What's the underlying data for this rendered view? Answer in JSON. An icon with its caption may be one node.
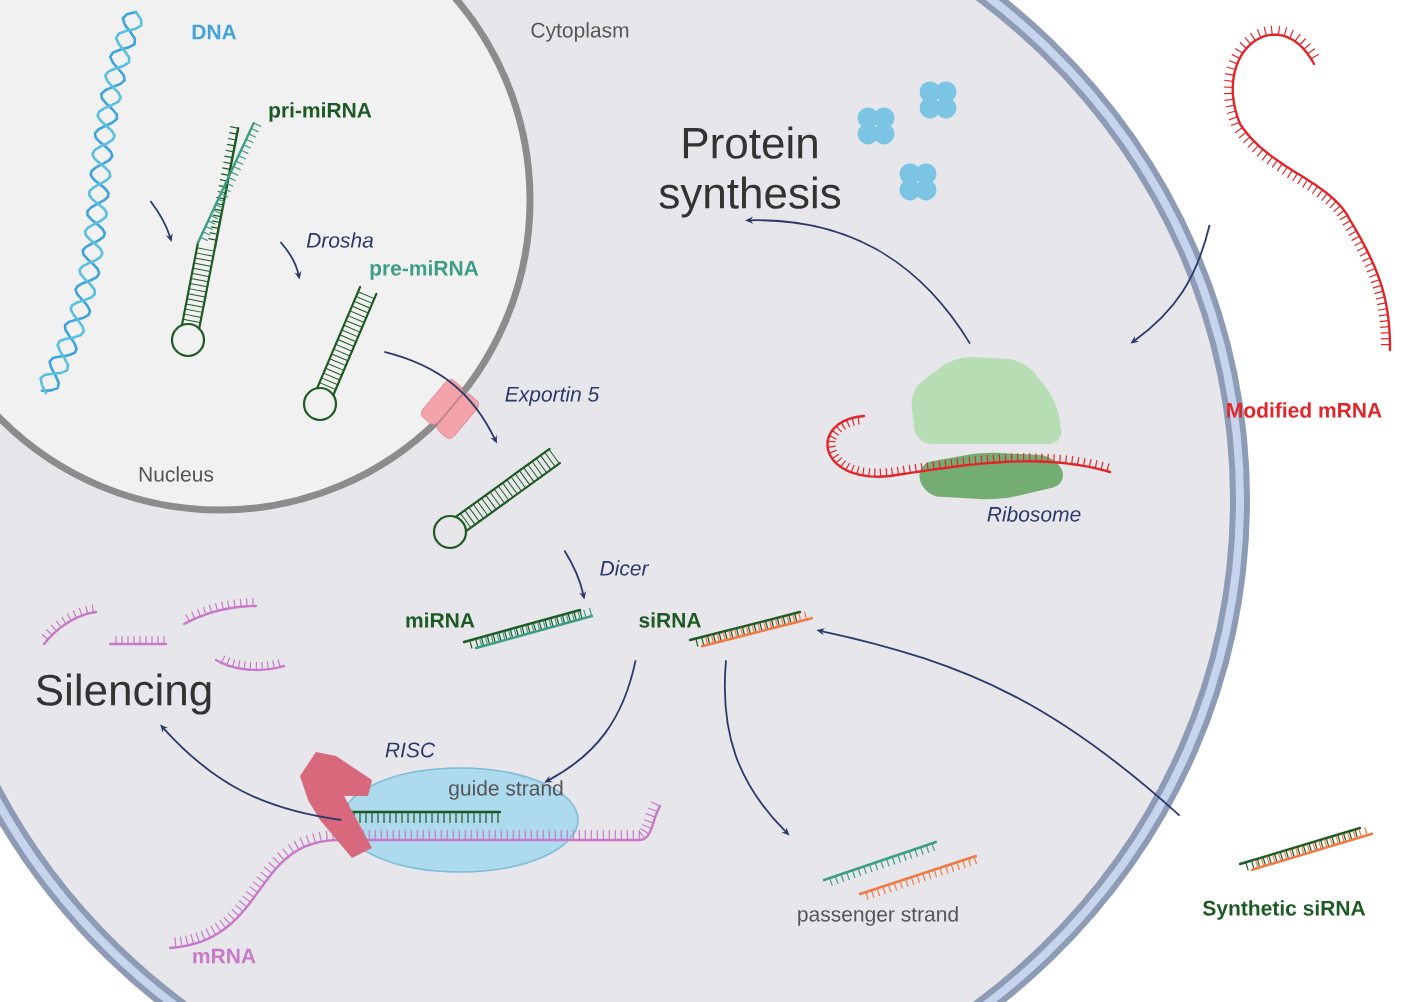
{
  "diagram": {
    "nodes": [
      {
        "text": [
          "Cytoplasm"
        ]
      },
      {
        "text": [
          "Nucleus"
        ],
        "in": 0
      },
      {
        "text": [
          "DNA"
        ],
        "in": 1
      },
      {
        "text": [
          "pri-miRNA"
        ],
        "in": 1
      },
      {
        "text": [
          "pre-miRNA"
        ],
        "in": 1
      },
      {
        "text": [],
        "shape": "picture",
        "in": 0
      },
      {
        "text": [
          "miRNA"
        ],
        "in": 0
      },
      {
        "text": [
          "siRNA"
        ],
        "in": 0
      },
      {
        "text": [
          "RISC",
          "guide strand"
        ],
        "beside": [
          "mRNA"
        ],
        "in": 0
      },
      {
        "text": [
          "Silencing"
        ],
        "in": 0
      },
      {
        "text": [
          "passenger strand"
        ],
        "in": 0
      },
      {
        "text": [
          "Synthetic siRNA"
        ]
      },
      {
        "text": [
          "Ribosome"
        ],
        "in": 0
      },
      {
        "text": [
          "Protein synthesis"
        ],
        "in": 0
      },
      {
        "text": [
          "Modified mRNA"
        ]
      }
    ],
    "edges": [
      {
        "from": 2,
        "to": 3,
        "arrow": "to"
      },
      {
        "from": 3,
        "to": 4,
        "arrow": "to",
        "label": "Drosha"
      },
      {
        "from": 4,
        "to": 5,
        "arrow": "to",
        "label": "Exportin 5"
      },
      {
        "from": 5,
        "to": 6,
        "arrow": "to",
        "label": "Dicer"
      },
      {
        "from": 7,
        "to": 8,
        "arrow": "to"
      },
      {
        "from": 7,
        "to": 10,
        "arrow": "to"
      },
      {
        "from": 8,
        "to": 9,
        "arrow": "to"
      },
      {
        "from": 11,
        "to": 7,
        "arrow": "to"
      },
      {
        "from": 14,
        "to": 12,
        "arrow": "to"
      },
      {
        "from": 12,
        "to": 13,
        "arrow": "to"
      }
    ]
  }
}
